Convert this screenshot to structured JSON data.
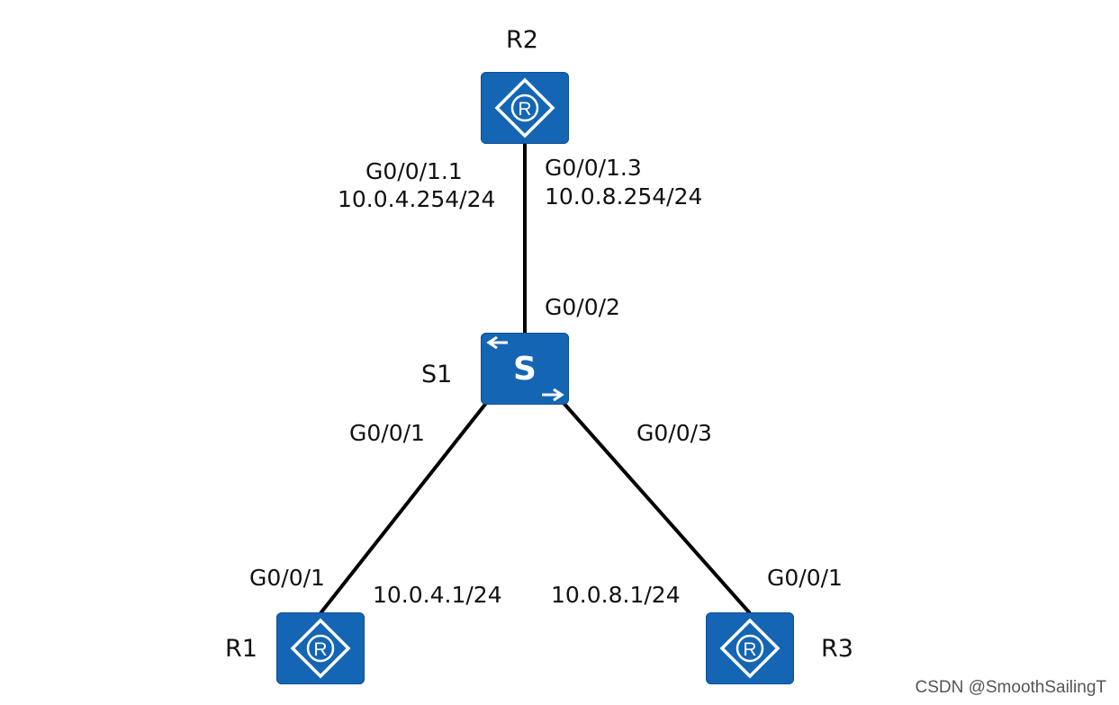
{
  "devices": {
    "r2": {
      "name": "R2",
      "icon": "router-icon"
    },
    "s1": {
      "name": "S1",
      "icon": "switch-icon",
      "glyph": "S"
    },
    "r1": {
      "name": "R1",
      "icon": "router-icon"
    },
    "r3": {
      "name": "R3",
      "icon": "router-icon"
    }
  },
  "links": {
    "r2_s1": {
      "r2_sub1": {
        "interface": "G0/0/1.1",
        "ip": "10.0.4.254/24"
      },
      "r2_sub3": {
        "interface": "G0/0/1.3",
        "ip": "10.0.8.254/24"
      },
      "s1_port": "G0/0/2"
    },
    "s1_r1": {
      "s1_port": "G0/0/1",
      "r1_port": "G0/0/1",
      "r1_ip": "10.0.4.1/24"
    },
    "s1_r3": {
      "s1_port": "G0/0/3",
      "r3_port": "G0/0/1",
      "r3_ip": "10.0.8.1/24"
    }
  },
  "colors": {
    "device_fill": "#1565b5",
    "icon_stroke": "#ffffff",
    "link": "#000000"
  },
  "watermark": "CSDN @SmoothSailingT"
}
